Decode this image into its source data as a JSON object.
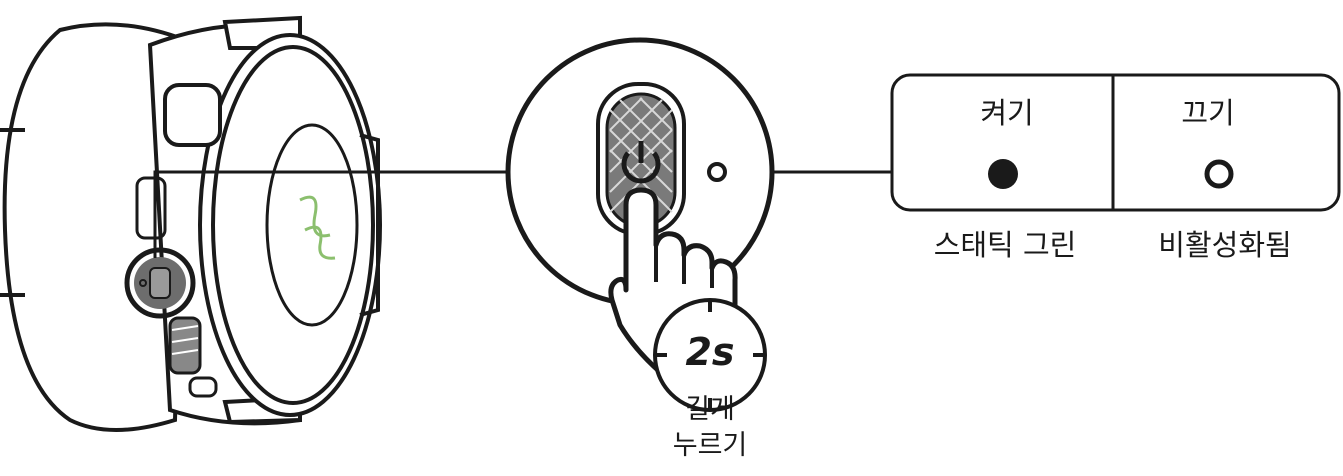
{
  "states": {
    "on": {
      "label": "켜기",
      "description": "스태틱 그린"
    },
    "off": {
      "label": "끄기",
      "description": "비활성화됨"
    }
  },
  "action": {
    "duration": "2s",
    "line1": "길게",
    "line2": "누르기"
  },
  "colors": {
    "stroke": "#1a1a1a",
    "background": "#ffffff"
  }
}
